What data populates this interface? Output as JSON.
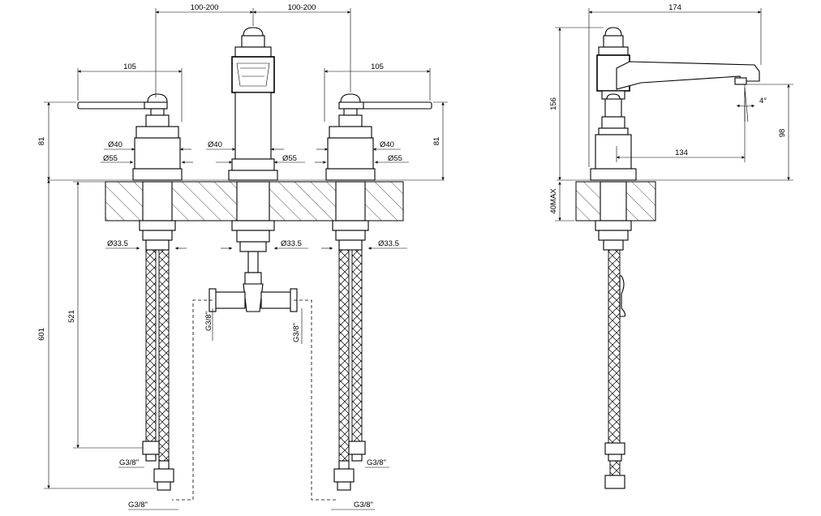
{
  "dimensions": {
    "spacing_left": "100-200",
    "spacing_right": "100-200",
    "lever_width_left": "105",
    "lever_width_right": "105",
    "height_left": "81",
    "height_right": "81",
    "dia_40_left": "Ø40",
    "dia_55_left": "Ø55",
    "dia_40_center": "Ø40",
    "dia_55_center": "Ø55",
    "dia_40_right": "Ø40",
    "dia_55_right": "Ø55",
    "dia_335_left": "Ø33.5",
    "dia_335_center": "Ø33.5",
    "dia_335_right": "Ø33.5",
    "hose_length": "521",
    "total_length": "601",
    "thread_left_upper": "G3/8\"",
    "thread_left_lower": "G3/8\"",
    "thread_right_upper": "G3/8\"",
    "thread_right_lower": "G3/8\"",
    "thread_tee_left": "G3/8\"",
    "thread_tee_right": "G3/8\"",
    "side_width": "174",
    "side_height": "156",
    "side_spout_height": "98",
    "side_reach": "134",
    "side_angle": "4°",
    "side_deck_max": "40MAX"
  }
}
